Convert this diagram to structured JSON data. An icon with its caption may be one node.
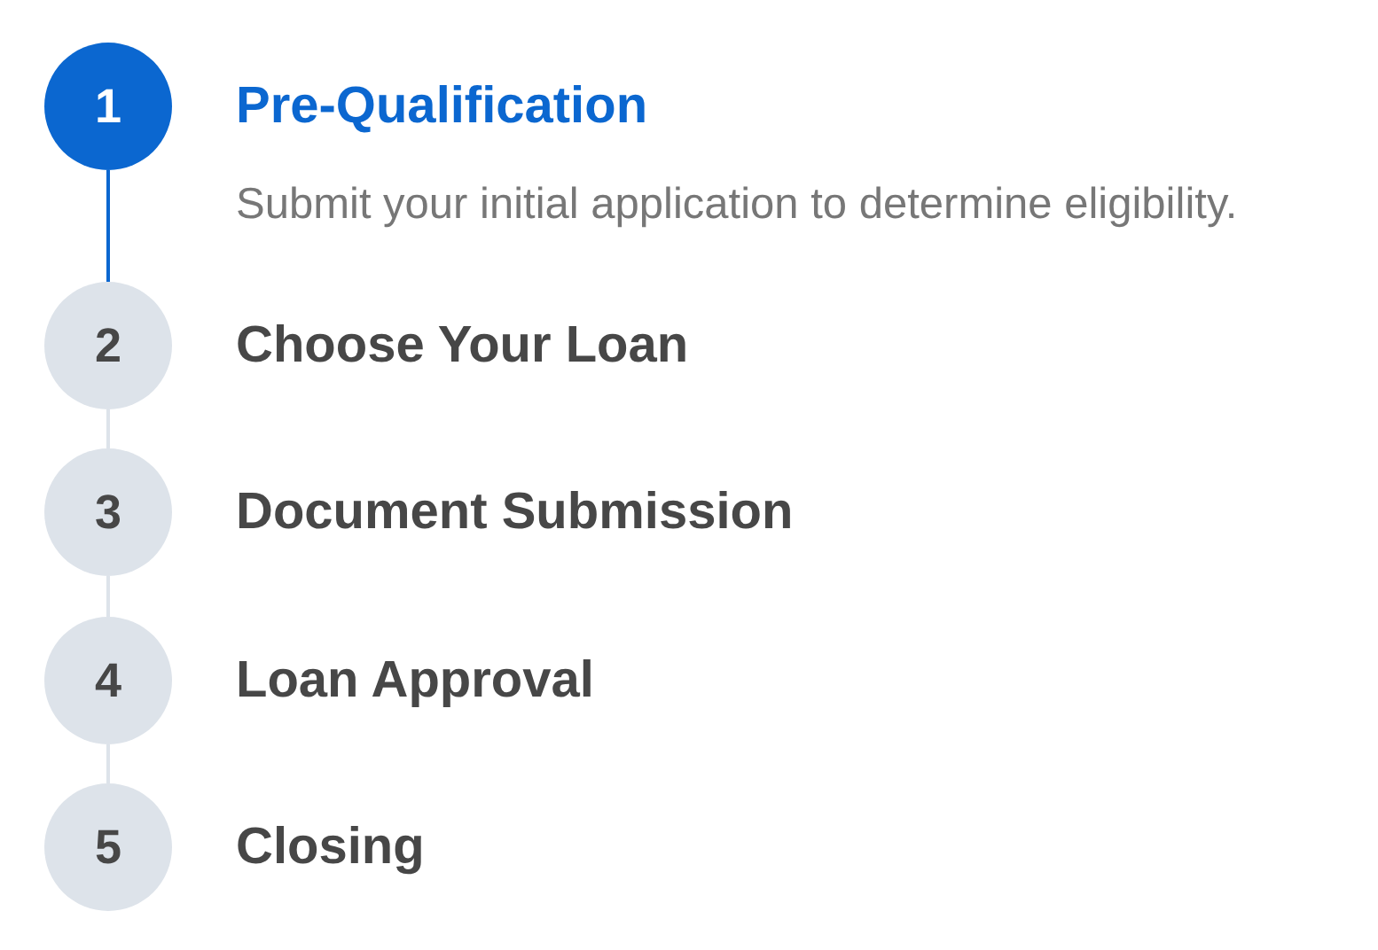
{
  "diagram": {
    "nodes": [
      {
        "text": [
          "1"
        ],
        "beside": [
          "Pre-Qualification",
          "Submit your initial application to determine eligibility."
        ]
      },
      {
        "text": [
          "2"
        ],
        "beside": [
          "Choose Your Loan"
        ]
      },
      {
        "text": [
          "3"
        ],
        "beside": [
          "Document Submission"
        ]
      },
      {
        "text": [
          "4"
        ],
        "beside": [
          "Loan Approval"
        ]
      },
      {
        "text": [
          "5"
        ],
        "beside": [
          "Closing"
        ]
      }
    ],
    "edges": [
      {
        "from": 0,
        "to": 1,
        "arrow": "none",
        "color": "#0b67d0"
      },
      {
        "from": 1,
        "to": 2,
        "arrow": "none"
      },
      {
        "from": 2,
        "to": 3,
        "arrow": "none"
      },
      {
        "from": 3,
        "to": 4,
        "arrow": "none"
      }
    ]
  }
}
